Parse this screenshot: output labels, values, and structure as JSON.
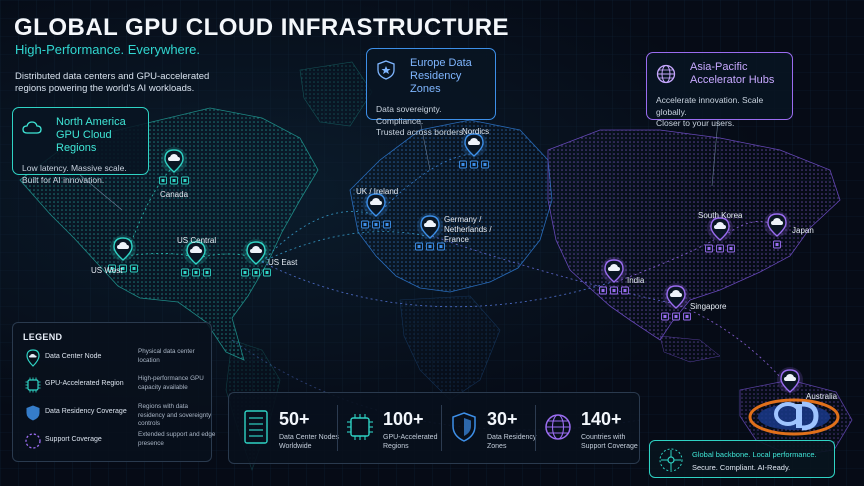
{
  "header": {
    "title": "GLOBAL GPU CLOUD INFRASTRUCTURE",
    "subtitle": "High-Performance. Everywhere.",
    "intro": "Distributed data centers and GPU-accelerated regions powering the world's AI workloads."
  },
  "callouts": {
    "north_america": {
      "title": "North America GPU Cloud Regions",
      "body_line1": "Low latency. Massive scale.",
      "body_line2": "Built for AI innovation.",
      "icon": "cloud-icon"
    },
    "europe": {
      "title": "Europe Data Residency Zones",
      "body_line1": "Data sovereignty. Compliance.",
      "body_line2": "Trusted across borders.",
      "icon": "shield-icon"
    },
    "asia_pacific": {
      "title": "Asia-Pacific Accelerator Hubs",
      "body_line1": "Accelerate innovation. Scale globally.",
      "body_line2": "Closer to your users.",
      "icon": "globe-icon"
    }
  },
  "sites": [
    {
      "label": "Canada",
      "region": "na"
    },
    {
      "label": "US Central",
      "region": "na"
    },
    {
      "label": "US West",
      "region": "na"
    },
    {
      "label": "US East",
      "region": "na"
    },
    {
      "label": "UK / Ireland",
      "region": "eu"
    },
    {
      "label": "Nordics",
      "region": "eu"
    },
    {
      "label": "Germany / Netherlands / France",
      "region": "eu"
    },
    {
      "label": "South Korea",
      "region": "ap"
    },
    {
      "label": "Japan",
      "region": "ap"
    },
    {
      "label": "India",
      "region": "ap"
    },
    {
      "label": "Singapore",
      "region": "ap"
    },
    {
      "label": "Australia",
      "region": "ap"
    }
  ],
  "legend": {
    "heading": "LEGEND",
    "items": [
      {
        "name": "Data Center Node",
        "desc": "Physical data center location",
        "icon": "map-pin-icon"
      },
      {
        "name": "GPU-Accelerated Region",
        "desc": "High-performance GPU capacity available",
        "icon": "chip-icon"
      },
      {
        "name": "Data Residency Coverage",
        "desc": "Regions with data residency and sovereignty controls",
        "icon": "shield-icon"
      },
      {
        "name": "Support Coverage",
        "desc": "Extended support and edge presence",
        "icon": "dashed-circle-icon"
      }
    ]
  },
  "stats": [
    {
      "value": "50+",
      "label": "Data Center Nodes Worldwide",
      "icon": "server-icon",
      "color": "#2fd3c4"
    },
    {
      "value": "100+",
      "label": "GPU-Accelerated Regions",
      "icon": "chip-icon",
      "color": "#2fd3c4"
    },
    {
      "value": "30+",
      "label": "Data Residency Zones",
      "icon": "shield-icon",
      "color": "#3d8fe8"
    },
    {
      "value": "140+",
      "label": "Countries with Support Coverage",
      "icon": "globe-icon",
      "color": "#9a6cf0"
    }
  ],
  "tagline": {
    "line1": "Global backbone. Local performance.",
    "line2": "Secure. Compliant. AI-Ready.",
    "icon": "network-icon"
  },
  "colors": {
    "north_america": "#2fd3c4",
    "europe": "#3d8fe8",
    "asia_pacific": "#9a6cf0",
    "background": "#060b16"
  }
}
